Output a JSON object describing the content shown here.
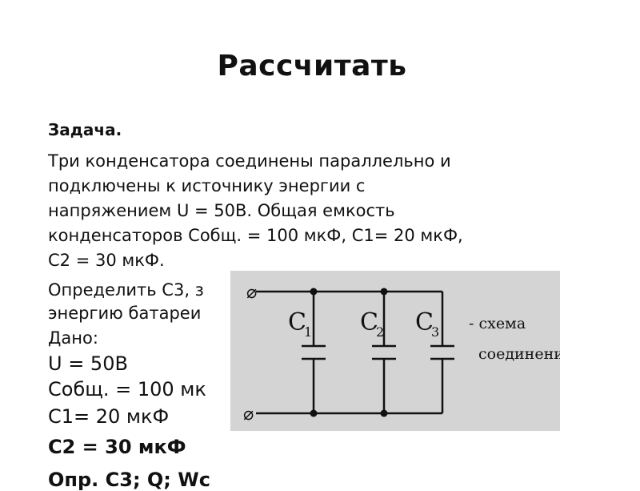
{
  "title": "Рассчитать",
  "task": {
    "heading": "Задача.",
    "lines": [
      "Три конденсатора соединены параллельно и",
      "подключены к источнику энергии с",
      "напряжением  U = 50В. Общая емкость",
      "конденсаторов  Собщ. = 100 мкФ,  С1= 20 мкФ,",
      "С2 = 30 мкФ."
    ],
    "find_lines": [
      "Определить С3, з",
      "энергию батареи"
    ]
  },
  "given": {
    "label": "Дано:",
    "items": [
      "U = 50В",
      "Собщ. = 100 мк",
      "С1= 20 мкФ",
      "С2 = 30 мкФ",
      "Опр. С3; Q; Wc"
    ]
  },
  "circuit": {
    "labels": {
      "c1": "C",
      "c1_sub": "1",
      "c2": "C",
      "c2_sub": "2",
      "c3": "C",
      "c3_sub": "3"
    },
    "terminal_symbol": "⌀",
    "caption_line1": "- схема",
    "caption_line2": "соединения",
    "colors": {
      "panel": "#d4d4d4",
      "wire": "#111111"
    }
  }
}
